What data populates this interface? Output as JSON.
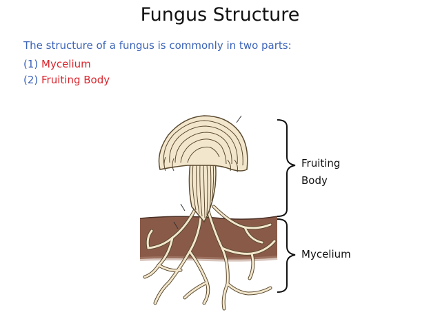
{
  "slide": {
    "title": "Fungus Structure",
    "intro": "The structure of a fungus is commonly in two parts:",
    "parts": [
      {
        "number": "(1) ",
        "name": "Mycelium"
      },
      {
        "number": "(2) ",
        "name": "Fruiting Body"
      }
    ]
  },
  "diagram": {
    "labels": {
      "fruiting_body_line1": "Fruiting",
      "fruiting_body_line2": "Body",
      "mycelium": "Mycelium"
    }
  },
  "colors": {
    "intro_text": "#3b63b8",
    "highlight": "#d8262d",
    "soil": "#8a5a48",
    "hyphae_fill": "#f2e6cc",
    "hyphae_outline": "#5a4a30"
  }
}
